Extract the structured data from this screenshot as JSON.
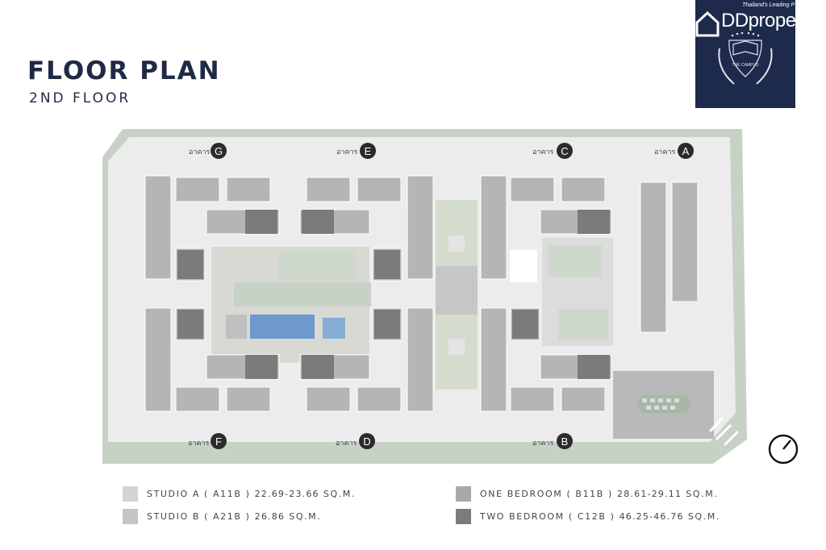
{
  "header": {
    "title": "FLOOR PLAN",
    "subtitle": "2ND FLOOR"
  },
  "logo": {
    "tagline": "Thailand's Leading P",
    "brand": "DDprope",
    "emblem_text": "THE CAMPUS"
  },
  "buildings": [
    {
      "prefix": "อาคาร",
      "letter": "G"
    },
    {
      "prefix": "อาคาร",
      "letter": "E"
    },
    {
      "prefix": "อาคาร",
      "letter": "C"
    },
    {
      "prefix": "อาคาร",
      "letter": "A"
    },
    {
      "prefix": "อาคาร",
      "letter": "F"
    },
    {
      "prefix": "อาคาร",
      "letter": "D"
    },
    {
      "prefix": "อาคาร",
      "letter": "B"
    }
  ],
  "legend": [
    {
      "label": "STUDIO A ( A11B )",
      "area": "22.69-23.66",
      "unit": "SQ.M.",
      "color": "#d4d4d4"
    },
    {
      "label": "STUDIO B ( A21B )",
      "area": "26.86",
      "unit": "SQ.M.",
      "color": "#c4c4c4"
    },
    {
      "label": "ONE BEDROOM ( B11B )",
      "area": "28.61-29.11",
      "unit": "SQ.M.",
      "color": "#a9a9a9"
    },
    {
      "label": "TWO BEDROOM ( C12B )",
      "area": "46.25-46.76",
      "unit": "SQ.M.",
      "color": "#7b7b7b"
    }
  ],
  "colors": {
    "navy": "#1d2a4c",
    "site": "#c7d1c6",
    "floor": "#ececec",
    "pool": "#5c8ac0"
  }
}
